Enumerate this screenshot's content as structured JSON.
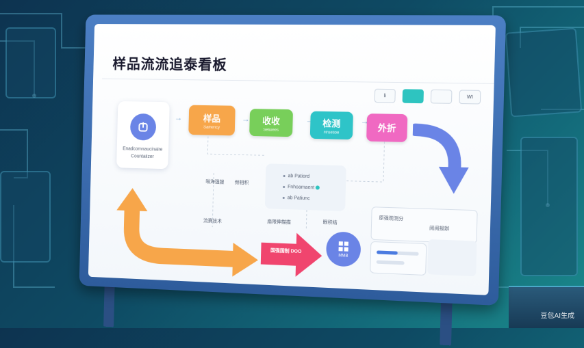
{
  "board": {
    "title": "样品流流追泰看板",
    "toolbar": [
      "li",
      "",
      "",
      "WI"
    ],
    "start_card": {
      "line1": "Enadcomnaucinaire",
      "line2": "Countaiizer"
    },
    "steps": [
      {
        "label": "样品",
        "sub": "Saihency",
        "color": "#f7a64a"
      },
      {
        "label": "收收",
        "sub": "Seluiees",
        "color": "#78cf5a"
      },
      {
        "label": "检测",
        "sub": "Hruetioe",
        "color": "#2ec4c8"
      },
      {
        "label": "外折",
        "sub": "",
        "color": "#f069c2"
      }
    ],
    "info_lines": [
      "ab Patiord",
      "Fnhoamaent",
      "ab Patiunc"
    ],
    "labels": {
      "left1": "嗡海强服",
      "left2": "频相积",
      "bottom1": "流赛技术",
      "bottom2": "扇限伸描描",
      "bottom3": "眼积结"
    },
    "pink_text": "国强国制 DOO",
    "circle_label": "MMB",
    "right_panel": {
      "a": "原强观测分",
      "b": "阅阅报辦"
    },
    "colors": {
      "orange": "#f7a64a",
      "pink": "#f0456e",
      "blue": "#6a84e6",
      "teal": "#2ec4c0"
    }
  },
  "watermark": "豆包AI生成"
}
